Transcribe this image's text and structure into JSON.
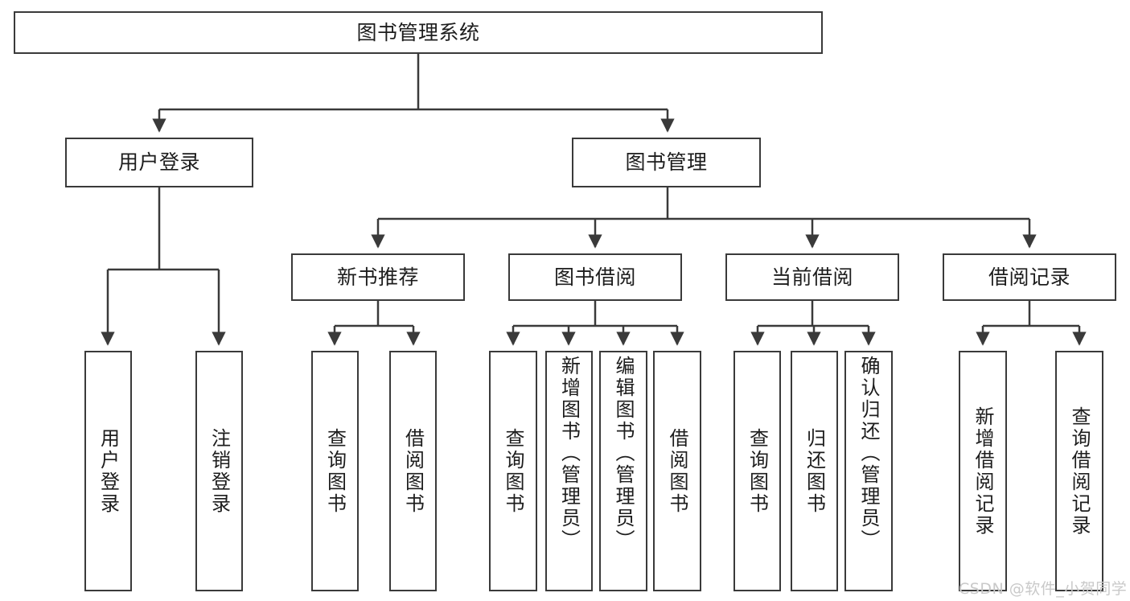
{
  "diagram": {
    "title": "图书管理系统",
    "type": "tree-hierarchy-chart",
    "stroke_color": "#3a3a3a",
    "fill_color": "#ffffff",
    "text_color": "#1d1d1d"
  },
  "root": {
    "label": "图书管理系统"
  },
  "level2": [
    {
      "label": "用户登录"
    },
    {
      "label": "图书管理"
    }
  ],
  "level3": [
    {
      "label": "新书推荐"
    },
    {
      "label": "图书借阅"
    },
    {
      "label": "当前借阅"
    },
    {
      "label": "借阅记录"
    }
  ],
  "leaves": {
    "user_login": [
      {
        "label": "用户登录"
      },
      {
        "label": "注销登录"
      }
    ],
    "new_book_recommend": [
      {
        "label": "查询图书"
      },
      {
        "label": "借阅图书"
      }
    ],
    "book_borrow": [
      {
        "label": "查询图书"
      },
      {
        "label": "新增图书（管理员）"
      },
      {
        "label": "编辑图书（管理员）"
      },
      {
        "label": "借阅图书"
      }
    ],
    "current_borrow": [
      {
        "label": "查询图书"
      },
      {
        "label": "归还图书"
      },
      {
        "label": "确认归还（管理员）"
      }
    ],
    "borrow_record": [
      {
        "label": "新增借阅记录"
      },
      {
        "label": "查询借阅记录"
      }
    ]
  },
  "watermark": {
    "text": "CSDN @软件_小贺同学"
  }
}
